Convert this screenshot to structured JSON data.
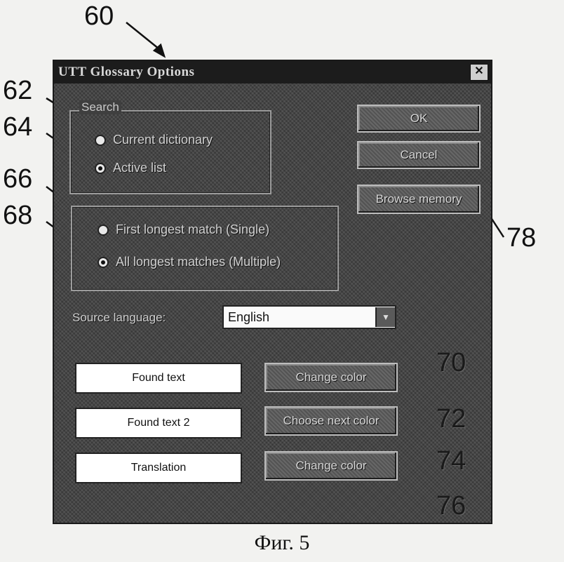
{
  "refs": {
    "r60": "60",
    "r62": "62",
    "r64": "64",
    "r66": "66",
    "r68": "68",
    "r70": "70",
    "r72": "72",
    "r74": "74",
    "r76": "76",
    "r78": "78"
  },
  "window": {
    "title": "UTT Glossary Options",
    "close_glyph": "✕"
  },
  "search_group": {
    "label": "Search",
    "options": [
      {
        "label": "Current dictionary",
        "checked": false
      },
      {
        "label": "Active list",
        "checked": true
      }
    ]
  },
  "match_group": {
    "options": [
      {
        "label": "First longest match (Single)",
        "checked": false
      },
      {
        "label": "All longest matches (Multiple)",
        "checked": true
      }
    ]
  },
  "buttons": {
    "ok": "OK",
    "cancel": "Cancel",
    "browse": "Browse memory"
  },
  "source_language": {
    "label": "Source language:",
    "value": "English"
  },
  "colors": [
    {
      "sample": "Found text",
      "button": "Change color"
    },
    {
      "sample": "Found text 2",
      "button": "Choose next color"
    },
    {
      "sample": "Translation",
      "button": "Change color"
    }
  ],
  "caption": "Фиг. 5",
  "theme": {
    "dialog_bg": "#3f3f3f",
    "titlebar_bg": "#1c1c1c",
    "swatch_bg": "#ffffff"
  }
}
